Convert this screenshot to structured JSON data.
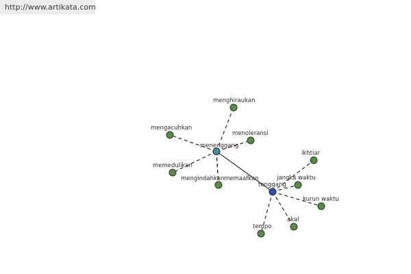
{
  "header": {
    "url": "http://www.artikata.com"
  },
  "graph": {
    "hubs": [
      {
        "id": "menenggang",
        "label": "menenggang",
        "color": "#4a8c99"
      },
      {
        "id": "tenggang",
        "label": "tenggang",
        "color": "#3b4fa0"
      }
    ],
    "leaves": [
      {
        "id": "menghiraukan",
        "label": "menghiraukan",
        "hub": "menenggang"
      },
      {
        "id": "mengacuhkan",
        "label": "mengacuhkan",
        "hub": "menenggang"
      },
      {
        "id": "menoleransi",
        "label": "menoleransi",
        "hub": "menenggang"
      },
      {
        "id": "memedulikan",
        "label": "memedulikan",
        "hub": "menenggang"
      },
      {
        "id": "mengindahkan",
        "label": "mengindahkan",
        "hub": "menenggang"
      },
      {
        "id": "memaafkan",
        "label": "memaafkan",
        "hub": "menenggang"
      },
      {
        "id": "ikhtiar",
        "label": "ikhtiar",
        "hub": "tenggang"
      },
      {
        "id": "jangka-waktu",
        "label": "jangka waktu",
        "hub": "tenggang"
      },
      {
        "id": "kurun-waktu",
        "label": "kurun waktu",
        "hub": "tenggang"
      },
      {
        "id": "akal",
        "label": "akal",
        "hub": "tenggang"
      },
      {
        "id": "tempo",
        "label": "tempo",
        "hub": "tenggang"
      }
    ],
    "hub_link": [
      "menenggang",
      "tenggang"
    ],
    "leaf_color": "#5d8a4a"
  }
}
